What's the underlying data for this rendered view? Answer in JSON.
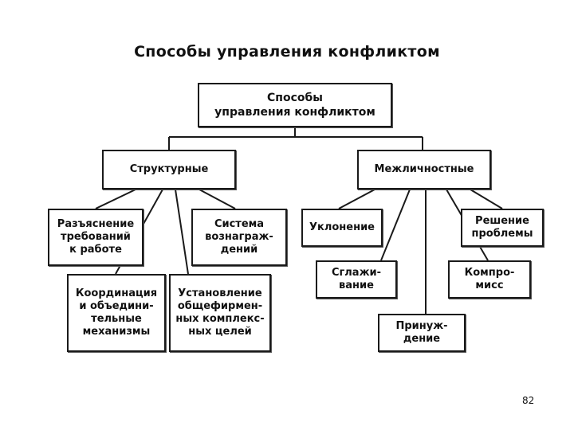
{
  "title": "Способы управления конфликтом",
  "diagram": {
    "root": "Способы\nуправления конфликтом",
    "structural": {
      "label": "Структурные",
      "children": [
        "Разъяснение\nтребований\nк работе",
        "Система\nвознаграж-\nдений",
        "Координация\nи объедини-\nтельные\nмеханизмы",
        "Установление\nобщефирмен-\nных комплекс-\nных целей"
      ]
    },
    "interpersonal": {
      "label": "Межличностные",
      "children": [
        "Уклонение",
        "Решение\nпроблемы",
        "Сглажи-\nвание",
        "Компро-\nмисс",
        "Принуж-\nдение"
      ]
    }
  },
  "page_number": "82"
}
